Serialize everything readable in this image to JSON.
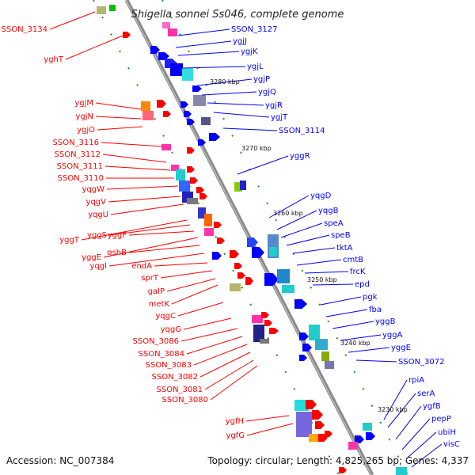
{
  "title": "Shigella sonnei Ss046, complete genome",
  "footer": {
    "accession": "Accession: NC_007384",
    "summary": "Topology: circular; Length: 4,825,265 bp; Genes: 4,337"
  },
  "colors": {
    "left_label": "#ff0000",
    "right_label": "#0000ff",
    "backbone": "#888888",
    "ticks": "#2a8a2a"
  },
  "kbp_ticks": [
    "3280 kbp",
    "3270 kbp",
    "3260 kbp",
    "3250 kbp",
    "3240 kbp",
    "3230 kbp"
  ],
  "left_genes": [
    "SSON_3134",
    "yghT",
    "ygjM",
    "ygjN",
    "ygjO",
    "SSON_3116",
    "SSON_3112",
    "SSON_3111",
    "SSON_3110",
    "yqgW",
    "yqgV",
    "yqgU",
    "yggT",
    "yggS",
    "yggF",
    "yggE",
    "gshB",
    "yqgI",
    "endA",
    "sprT",
    "galP",
    "metK",
    "yqgC",
    "yqgG",
    "SSON_3086",
    "SSON_3084",
    "SSON_3083",
    "SSON_3082",
    "SSON_3081",
    "SSON_3080",
    "ygfH",
    "ygfG"
  ],
  "right_genes": [
    "SSON_3127",
    "ygjJ",
    "ygjK",
    "ygjL",
    "ygjP",
    "ygjQ",
    "ygjR",
    "ygjT",
    "SSON_3114",
    "yggR",
    "yqgD",
    "yqgB",
    "speA",
    "speB",
    "tktA",
    "cmtB",
    "frcK",
    "epd",
    "pgk",
    "fba",
    "yggB",
    "yggA",
    "yggE",
    "SSON_3072",
    "rpiA",
    "serA",
    "ygfB",
    "pepP",
    "ubiH",
    "visC"
  ]
}
